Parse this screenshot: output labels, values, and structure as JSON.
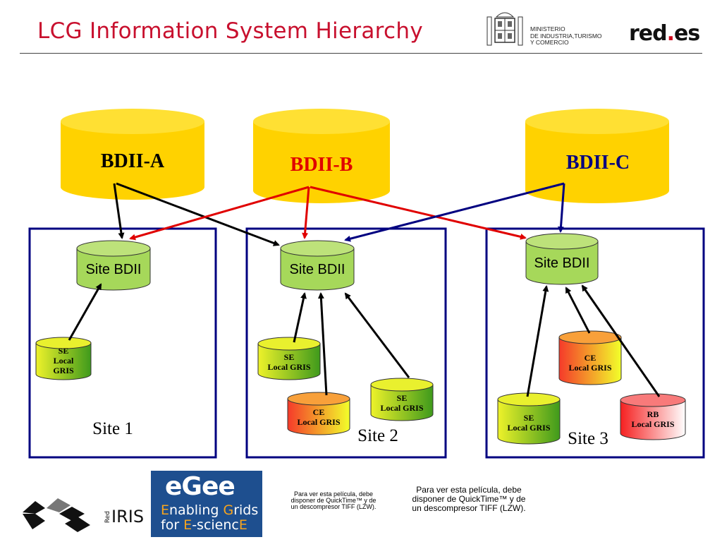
{
  "header": {
    "title": "LCG Information System Hierarchy",
    "ministry": "MINISTERIO\nDE INDUSTRIA,TURISMO\nY COMERCIO",
    "logo_red": "red",
    "logo_dot": ".",
    "logo_es": "es"
  },
  "diagram": {
    "top_bdii": [
      {
        "label": "BDII-A",
        "color": "#000000"
      },
      {
        "label": "BDII-B",
        "color": "#e00000"
      },
      {
        "label": "BDII-C",
        "color": "#000080"
      }
    ],
    "site_bdii_label": "Site BDII",
    "sites": [
      {
        "label": "Site 1"
      },
      {
        "label": "Site 2"
      },
      {
        "label": "Site 3"
      }
    ],
    "gris": {
      "se_small": "SE\nLocal\nGRIS",
      "se": "SE\nLocal GRIS",
      "ce": "CE\nLocal GRIS",
      "rb": "RB\nLocal GRIS"
    },
    "colors": {
      "db_yellow": "#ffd200",
      "site_green": "#a6d85a",
      "site_border": "#000080",
      "arrow_black": "#000000",
      "arrow_red": "#e00000",
      "arrow_blue": "#000080"
    }
  },
  "footer": {
    "egee_logo": "eGee",
    "egee_line1_a": "E",
    "egee_line1_b": "nabling ",
    "egee_line1_c": "G",
    "egee_line1_d": "rids",
    "egee_line2_a": "for ",
    "egee_line2_b": "E",
    "egee_line2_c": "-scienc",
    "egee_line2_d": "E",
    "quicktime_small": "Para ver esta película, debe\ndisponer de QuickTime™ y de\nun descompresor TIFF (LZW).",
    "quicktime_large": "Para ver esta película, debe\ndisponer de QuickTime™ y de\nun descompresor TIFF (LZW).",
    "rediris": "IRIS",
    "rediris_small": "Red"
  }
}
